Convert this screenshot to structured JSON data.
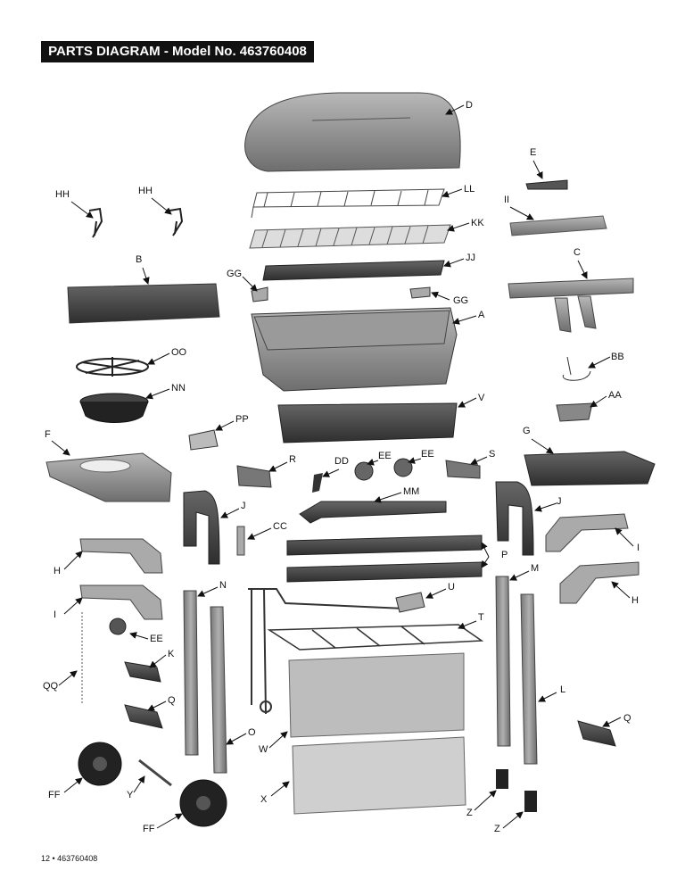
{
  "title": "PARTS DIAGRAM - Model No. 463760408",
  "footer": "12 • 463760408",
  "labels": [
    "D",
    "E",
    "HH",
    "HH",
    "LL",
    "II",
    "KK",
    "B",
    "JJ",
    "C",
    "GG",
    "GG",
    "A",
    "OO",
    "BB",
    "NN",
    "AA",
    "V",
    "PP",
    "F",
    "G",
    "R",
    "DD",
    "EE",
    "EE",
    "S",
    "MM",
    "J",
    "J",
    "CC",
    "P",
    "I",
    "H",
    "N",
    "U",
    "M",
    "I",
    "H",
    "T",
    "EE",
    "K",
    "QQ",
    "L",
    "Q",
    "Q",
    "O",
    "W",
    "FF",
    "Y",
    "X",
    "Z",
    "FF",
    "Z"
  ]
}
